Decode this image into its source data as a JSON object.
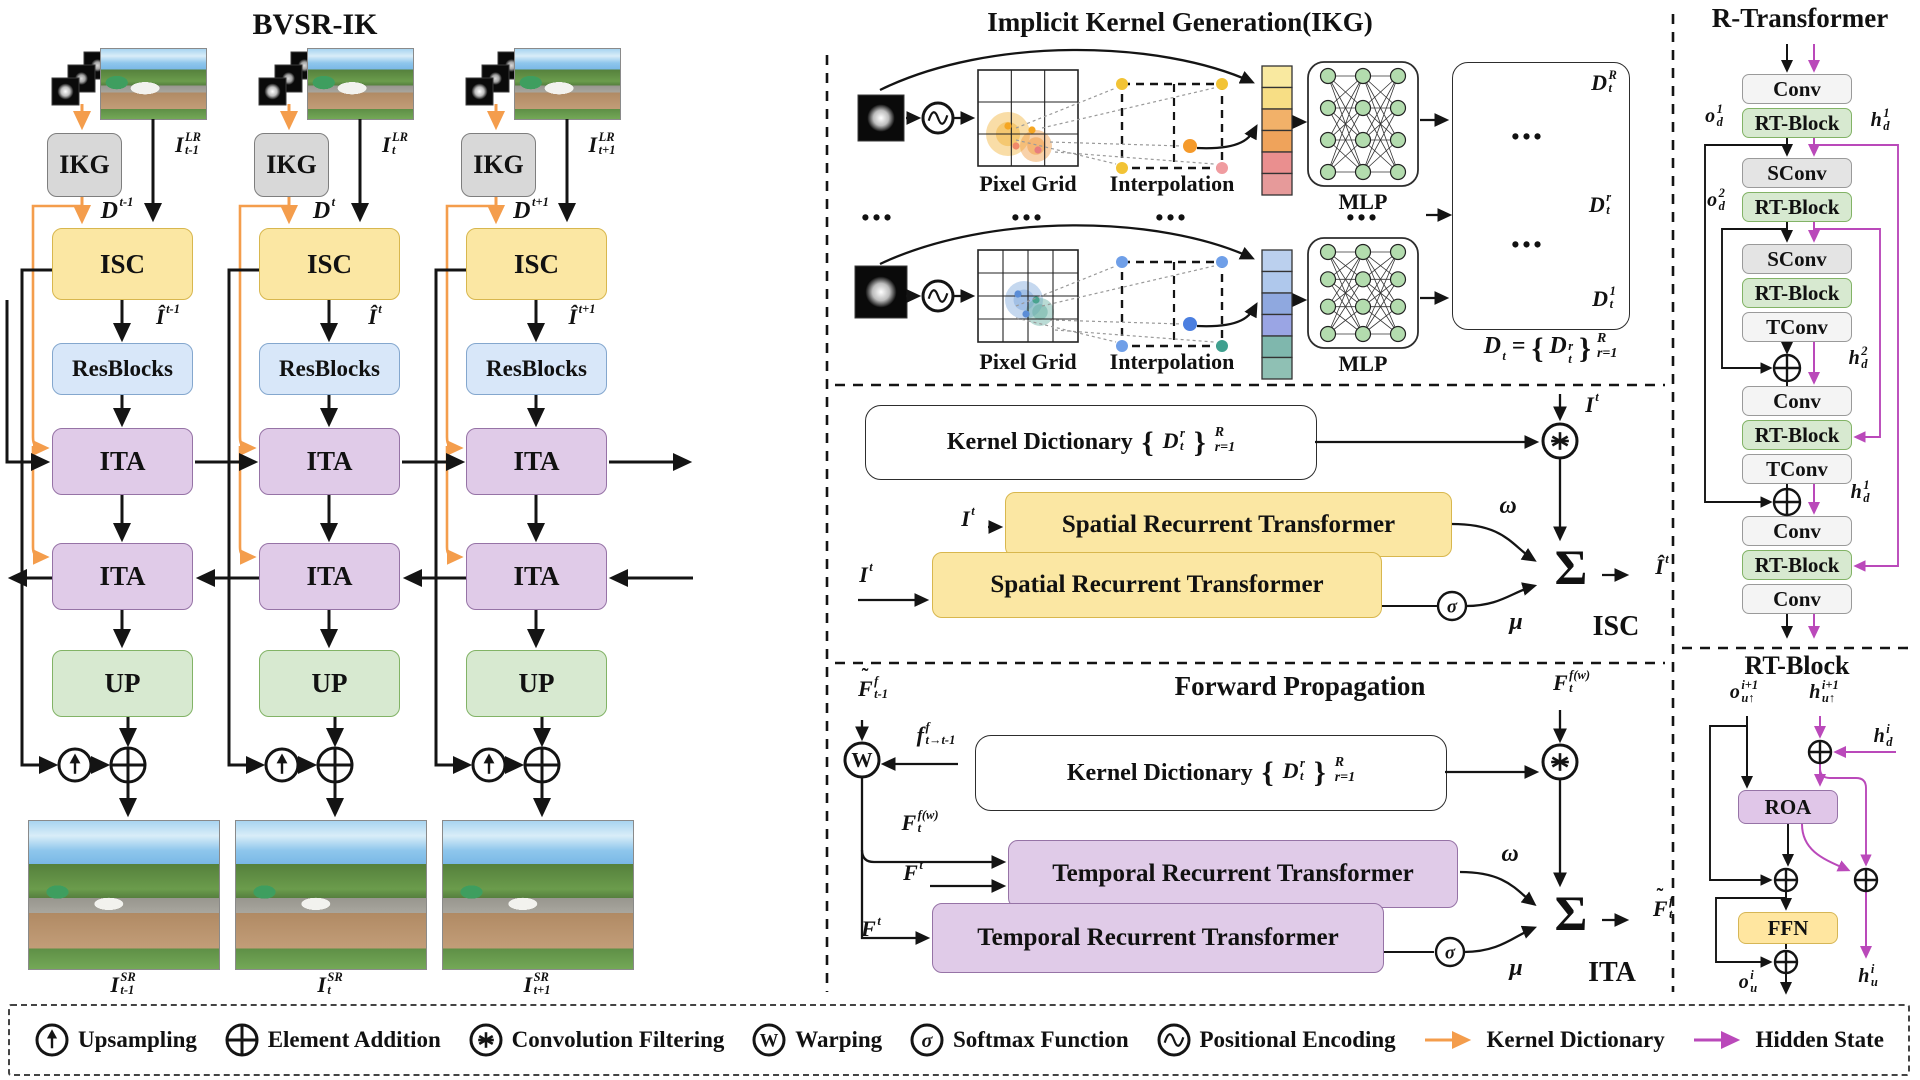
{
  "left": {
    "title": "BVSR-IK",
    "box_ikg": "IKG",
    "box_isc": "ISC",
    "box_res": "ResBlocks",
    "box_ita": "ITA",
    "box_up": "UP",
    "cols": [
      {
        "ilr": {
          "b": "I",
          "sup": "LR",
          "sub": "t-1"
        },
        "d": {
          "b": "D",
          "sub": "t-1"
        },
        "ihat": {
          "b": "Î",
          "sub": "t-1"
        },
        "isr": {
          "b": "I",
          "sup": "SR",
          "sub": "t-1"
        }
      },
      {
        "ilr": {
          "b": "I",
          "sup": "LR",
          "sub": "t"
        },
        "d": {
          "b": "D",
          "sub": "t"
        },
        "ihat": {
          "b": "Î",
          "sub": "t"
        },
        "isr": {
          "b": "I",
          "sup": "SR",
          "sub": "t"
        }
      },
      {
        "ilr": {
          "b": "I",
          "sup": "LR",
          "sub": "t+1"
        },
        "d": {
          "b": "D",
          "sub": "t+1"
        },
        "ihat": {
          "b": "Î",
          "sub": "t+1"
        },
        "isr": {
          "b": "I",
          "sup": "SR",
          "sub": "t+1"
        }
      }
    ]
  },
  "ikg": {
    "title": "Implicit Kernel Generation(IKG)",
    "pixel_grid": "Pixel Grid",
    "interpolation": "Interpolation",
    "mlp": "MLP",
    "dots": "•••",
    "d_R": {
      "b": "D",
      "sup": "R",
      "sub": "t"
    },
    "d_r": {
      "b": "D",
      "sup": "r",
      "sub": "t"
    },
    "d_1": {
      "b": "D",
      "sup": "1",
      "sub": "t"
    },
    "formula": {
      "lhs": {
        "b": "D",
        "sub": "t"
      },
      "eq": "=",
      "open": "{",
      "d": {
        "b": "D",
        "sup": "r",
        "sub": "t"
      },
      "close": "}",
      "sup": "R",
      "sub": "r=1"
    }
  },
  "kd": {
    "label": "Kernel Dictionary",
    "open": "{",
    "close": "}",
    "sup": "R",
    "sub": "r=1",
    "d": {
      "b": "D",
      "sup": "r",
      "sub": "t"
    }
  },
  "isc": {
    "srt": "Spatial Recurrent Transformer",
    "i_t": {
      "b": "I",
      "sub": "t"
    },
    "omega": "ω",
    "sigma": "σ",
    "mu": "μ",
    "sum": "Σ",
    "ihat_t": {
      "b": "Î",
      "sub": "t"
    },
    "label": "ISC"
  },
  "fp": {
    "title": "Forward Propagation",
    "f_prev": {
      "b": "F",
      "tilde": true,
      "sup": "f",
      "sub": "t-1"
    },
    "flow": {
      "b": "f",
      "sup": "f",
      "sub": "t→t-1"
    },
    "f_warp": {
      "b": "F",
      "sup": "f(w)",
      "sub": "t"
    },
    "f_t": {
      "b": "F",
      "sub": "t"
    },
    "trt": "Temporal Recurrent Transformer",
    "omega": "ω",
    "sigma": "σ",
    "mu": "μ",
    "sum": "Σ",
    "f_out": {
      "b": "F",
      "tilde": true,
      "sup": "f",
      "sub": "t"
    },
    "label": "ITA"
  },
  "rt": {
    "title": "R-Transformer",
    "conv": "Conv",
    "sconv": "SConv",
    "tconv": "TConv",
    "rtblock": "RT-Block",
    "o1": {
      "b": "o",
      "sup": "1",
      "sub": "d"
    },
    "o2": {
      "b": "o",
      "sup": "2",
      "sub": "d"
    },
    "h1": {
      "b": "h",
      "sup": "1",
      "sub": "d"
    },
    "h2": {
      "b": "h",
      "sup": "2",
      "sub": "d"
    }
  },
  "rtd": {
    "title": "RT-Block",
    "o_in": {
      "b": "o",
      "sup": "i+1",
      "sub": "u↑"
    },
    "h_in": {
      "b": "h",
      "sup": "i+1",
      "sub": "u↑"
    },
    "h_d": {
      "b": "h",
      "sup": "i",
      "sub": "d"
    },
    "roa": "ROA",
    "ffn": "FFN",
    "o_out": {
      "b": "o",
      "sup": "i",
      "sub": "u"
    },
    "h_out": {
      "b": "h",
      "sup": "i",
      "sub": "u"
    }
  },
  "legend": {
    "items": [
      {
        "name": "upsampling",
        "label": "Upsampling"
      },
      {
        "name": "element-addition",
        "label": "Element Addition"
      },
      {
        "name": "convolution-filtering",
        "label": "Convolution Filtering"
      },
      {
        "name": "warping",
        "label": "Warping"
      },
      {
        "name": "softmax-function",
        "label": "Softmax Function"
      },
      {
        "name": "positional-encoding",
        "label": "Positional Encoding"
      },
      {
        "name": "kernel-dictionary",
        "label": "Kernel Dictionary"
      },
      {
        "name": "hidden-state",
        "label": "Hidden State"
      }
    ]
  },
  "colors": {
    "orange": "#F49D4C",
    "hidden_state": "#BA49BA",
    "black": "#141414"
  }
}
